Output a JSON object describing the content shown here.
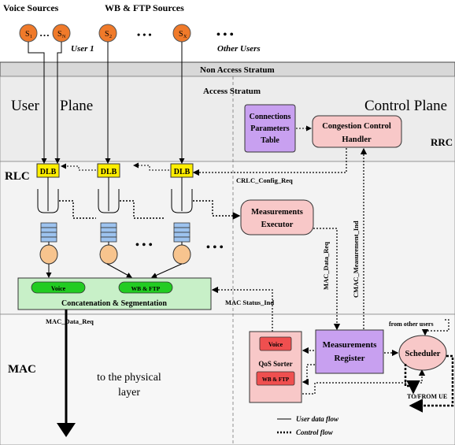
{
  "sources": {
    "voice_label": "Voice Sources",
    "web_label": "WB & FTP Sources",
    "s1_label": "S",
    "s1_sub": "1",
    "sn_label": "S",
    "sn_sub": "N",
    "s2_label": "S",
    "s2_sub": "2",
    "sx_label": "S",
    "sx_sub": "X",
    "dots_between": "…",
    "dots_web": "• • •",
    "dots_other": "• • •",
    "user1_label": "User 1",
    "other_users_label": "Other Users"
  },
  "strata": {
    "non_access": "Non Access Stratum",
    "access": "Access Stratum"
  },
  "planes": {
    "user_word1": "User",
    "user_word2": "Plane",
    "control": "Control Plane"
  },
  "layers": {
    "rrc": "RRC",
    "rlc": "RLC",
    "mac": "MAC"
  },
  "rrc_boxes": {
    "conn_params": [
      "Connections",
      "Parameters",
      "Table"
    ],
    "congestion": [
      "Congestion Control",
      "Handler"
    ]
  },
  "rlc": {
    "dlb": "DLB",
    "crlc_config": "CRLC_Config_Req",
    "measurements_executor": [
      "Measurements",
      "Executor"
    ],
    "dots_queues": "• • •",
    "dots_right": "• • •",
    "mac_data_req_vert": "MAC_Data_Req",
    "cmac_meas_ind": "CMAC_Measurement_Ind",
    "concat": {
      "voice": "Voice",
      "web": "WB & FTP",
      "title": "Concatenation & Segmentation"
    },
    "mac_status_ind": "MAC Status_Ind"
  },
  "mac": {
    "mac_data_req": "MAC_Data_Req",
    "to_phy": [
      "to the physical",
      "layer"
    ],
    "qos": {
      "voice": "Voice",
      "web": "WB & FTP",
      "title": "QoS Sorter"
    },
    "meas_register": [
      "Measurements",
      "Register"
    ],
    "from_other_users": "from other users",
    "scheduler": "Scheduler",
    "to_from_ue": "TO/FROM UE"
  },
  "legend": {
    "user_data": "User data flow",
    "control": "Control flow"
  },
  "colors": {
    "source_fill": "#f07a2a",
    "nas_band": "#d8d8d8",
    "rrc_band": "#eaeaea",
    "dlb_fill": "#ffee00",
    "queue_fill": "#9dc3ef",
    "ellipse_fill": "#f7c48e",
    "pink_fill": "#f8c8c8",
    "purple_fill": "#c8a0f0",
    "concat_fill": "#c8f0c8",
    "green_pill": "#22cc22",
    "red_pill": "#ef4f4f"
  }
}
